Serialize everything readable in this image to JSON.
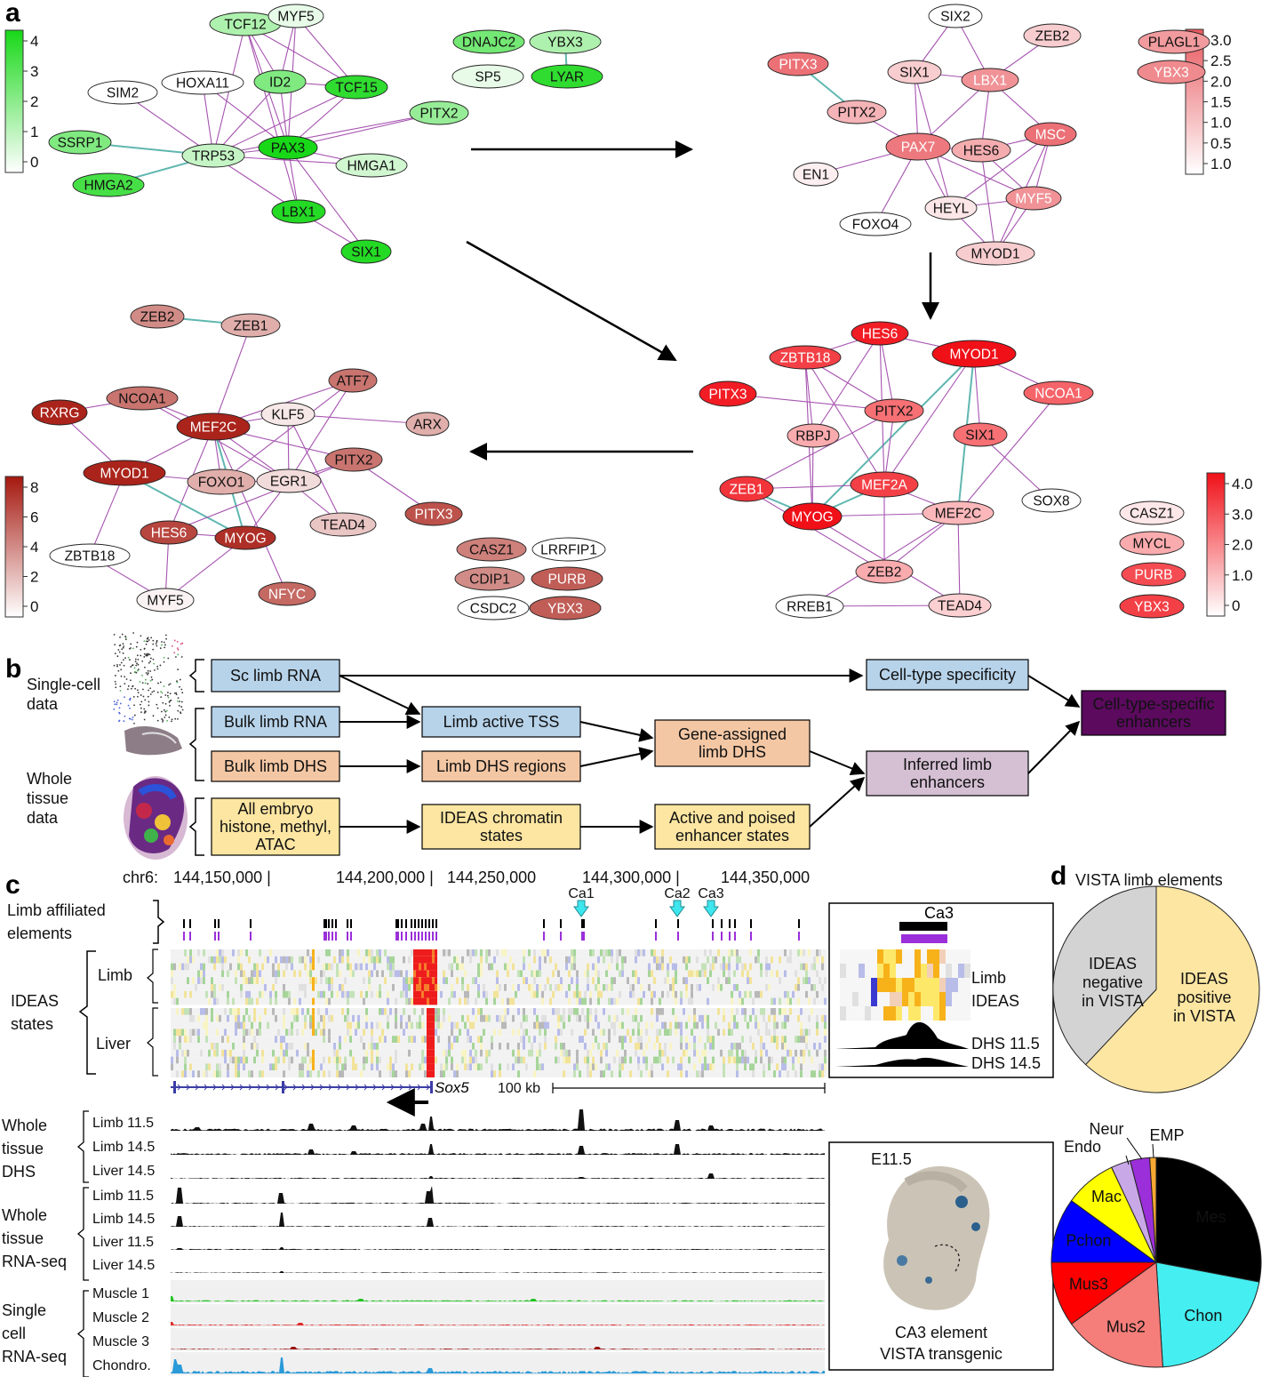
{
  "panel_labels": {
    "a": "a",
    "b": "b",
    "c": "c",
    "d": "d"
  },
  "panel_a": {
    "scales": {
      "green": {
        "ticks": [
          "4",
          "3",
          "2",
          "1",
          "0"
        ],
        "colors": [
          "#ffffff",
          "#18d818"
        ]
      },
      "pink": {
        "ticks": [
          "3.0",
          "2.5",
          "2.0",
          "1.5",
          "1.0",
          "0.5",
          "1.0"
        ],
        "colors": [
          "#ffffff",
          "#e8585e"
        ]
      },
      "darkred": {
        "ticks": [
          "8",
          "6",
          "4",
          "2",
          "0"
        ],
        "colors": [
          "#ffffff",
          "#a5180f"
        ]
      },
      "red": {
        "ticks": [
          "4.0",
          "3.0",
          "2.0",
          "1.0",
          "0"
        ],
        "colors": [
          "#ffffff",
          "#f01018"
        ]
      }
    },
    "networks": [
      {
        "id": "net1",
        "scale": "green",
        "nodes": [
          {
            "l": "TCF12",
            "v": 0.35
          },
          {
            "l": "MYF5",
            "v": 0.1
          },
          {
            "l": "SIM2",
            "v": 0.0
          },
          {
            "l": "HOXA11",
            "v": 0.0
          },
          {
            "l": "ID2",
            "v": 0.55
          },
          {
            "l": "TCF15",
            "v": 0.9
          },
          {
            "l": "PITX2",
            "v": 0.45
          },
          {
            "l": "SSRP1",
            "v": 0.55
          },
          {
            "l": "TRP53",
            "v": 0.25
          },
          {
            "l": "PAX3",
            "v": 1.0
          },
          {
            "l": "HMGA1",
            "v": 0.2
          },
          {
            "l": "HMGA2",
            "v": 0.8
          },
          {
            "l": "LBX1",
            "v": 0.95
          },
          {
            "l": "SIX1",
            "v": 0.95
          },
          {
            "l": "DNAJC2",
            "v": 0.6
          },
          {
            "l": "YBX3",
            "v": 0.35
          },
          {
            "l": "SP5",
            "v": 0.1
          },
          {
            "l": "LYAR",
            "v": 0.9
          }
        ]
      },
      {
        "id": "net2",
        "scale": "pink",
        "nodes": [
          {
            "l": "SIX2",
            "v": 0.0
          },
          {
            "l": "ZEB2",
            "v": 0.3
          },
          {
            "l": "PITX3",
            "v": 0.85
          },
          {
            "l": "SIX1",
            "v": 0.3
          },
          {
            "l": "LBX1",
            "v": 0.65
          },
          {
            "l": "PITX2",
            "v": 0.45
          },
          {
            "l": "MSC",
            "v": 0.85
          },
          {
            "l": "PAX7",
            "v": 0.8
          },
          {
            "l": "HES6",
            "v": 0.5
          },
          {
            "l": "EN1",
            "v": 0.1
          },
          {
            "l": "HEYL",
            "v": 0.15
          },
          {
            "l": "MYF5",
            "v": 0.65
          },
          {
            "l": "FOXO4",
            "v": 0.0
          },
          {
            "l": "MYOD1",
            "v": 0.3
          },
          {
            "l": "PLAGL1",
            "v": 0.6
          },
          {
            "l": "YBX3",
            "v": 0.7
          }
        ]
      },
      {
        "id": "net3",
        "scale": "red",
        "nodes": [
          {
            "l": "HES6",
            "v": 0.95
          },
          {
            "l": "ZBTB18",
            "v": 0.8
          },
          {
            "l": "MYOD1",
            "v": 1.0
          },
          {
            "l": "PITX3",
            "v": 0.95
          },
          {
            "l": "NCOA1",
            "v": 0.65
          },
          {
            "l": "PITX2",
            "v": 0.6
          },
          {
            "l": "RBPJ",
            "v": 0.35
          },
          {
            "l": "SIX1",
            "v": 0.6
          },
          {
            "l": "ZEB1",
            "v": 0.85
          },
          {
            "l": "MEF2A",
            "v": 0.8
          },
          {
            "l": "MYOG",
            "v": 1.0
          },
          {
            "l": "MEF2C",
            "v": 0.3
          },
          {
            "l": "SOX8",
            "v": 0.0
          },
          {
            "l": "ZEB2",
            "v": 0.35
          },
          {
            "l": "RREB1",
            "v": 0.0
          },
          {
            "l": "TEAD4",
            "v": 0.2
          },
          {
            "l": "CASZ1",
            "v": 0.1
          },
          {
            "l": "MYCL",
            "v": 0.35
          },
          {
            "l": "PURB",
            "v": 0.75
          },
          {
            "l": "YBX3",
            "v": 0.8
          }
        ]
      },
      {
        "id": "net4",
        "scale": "darkred",
        "nodes": [
          {
            "l": "ZEB2",
            "v": 0.5
          },
          {
            "l": "ZEB1",
            "v": 0.35
          },
          {
            "l": "ATF7",
            "v": 0.6
          },
          {
            "l": "RXRG",
            "v": 0.95
          },
          {
            "l": "NCOA1",
            "v": 0.6
          },
          {
            "l": "MEF2C",
            "v": 0.95
          },
          {
            "l": "KLF5",
            "v": 0.1
          },
          {
            "l": "ARX",
            "v": 0.35
          },
          {
            "l": "MYOD1",
            "v": 0.95
          },
          {
            "l": "FOXO1",
            "v": 0.35
          },
          {
            "l": "EGR1",
            "v": 0.15
          },
          {
            "l": "PITX2",
            "v": 0.6
          },
          {
            "l": "TEAD4",
            "v": 0.25
          },
          {
            "l": "HES6",
            "v": 0.8
          },
          {
            "l": "MYOG",
            "v": 0.9
          },
          {
            "l": "PITX3",
            "v": 0.75
          },
          {
            "l": "ZBTB18",
            "v": 0.0
          },
          {
            "l": "MYF5",
            "v": 0.05
          },
          {
            "l": "NFYC",
            "v": 0.65
          },
          {
            "l": "CASZ1",
            "v": 0.55
          },
          {
            "l": "LRRFIP1",
            "v": 0.0
          },
          {
            "l": "CDIP1",
            "v": 0.5
          },
          {
            "l": "PURB",
            "v": 0.7
          },
          {
            "l": "CSDC2",
            "v": 0.0
          },
          {
            "l": "YBX3",
            "v": 0.7
          }
        ]
      }
    ]
  },
  "panel_b": {
    "group_single": "Single-cell\ndata",
    "group_whole": "Whole\ntissue\ndata",
    "boxes": [
      {
        "id": "sc",
        "text": "Sc limb RNA",
        "color": "#b7d3ea"
      },
      {
        "id": "bulkrna",
        "text": "Bulk limb RNA",
        "color": "#b7d3ea"
      },
      {
        "id": "bulkdhs",
        "text": "Bulk limb DHS",
        "color": "#f4c7a4"
      },
      {
        "id": "allemb",
        "text": "All embryo\nhistone, methyl,\nATAC",
        "color": "#fde6a2"
      },
      {
        "id": "tss",
        "text": "Limb active TSS",
        "color": "#b7d3ea"
      },
      {
        "id": "dhsreg",
        "text": "Limb DHS regions",
        "color": "#f4c7a4"
      },
      {
        "id": "ideas",
        "text": "IDEAS chromatin\nstates",
        "color": "#fde6a2"
      },
      {
        "id": "gene",
        "text": "Gene-assigned\nlimb DHS",
        "color": "#f4c7a4"
      },
      {
        "id": "active",
        "text": "Active and poised\nenhancer states",
        "color": "#fde6a2"
      },
      {
        "id": "ctspec",
        "text": "Cell-type specificity",
        "color": "#b7d3ea"
      },
      {
        "id": "inferred",
        "text": "Inferred limb\nenhancers",
        "color": "#d4bfd3"
      },
      {
        "id": "final",
        "text": "Cell-type-specific\nenhancers",
        "color": "#5b0a5e"
      }
    ]
  },
  "panel_c": {
    "chrom": "chr6:",
    "coords": [
      "144,150,000",
      "144,200,000",
      "144,250,000",
      "144,300,000",
      "144,350,000"
    ],
    "markers": [
      "Ca1",
      "Ca2",
      "Ca3"
    ],
    "row_labels": {
      "affiliated": "Limb affiliated\nelements",
      "ideas": "IDEAS\nstates",
      "limb": "Limb",
      "liver": "Liver",
      "gene": "Sox5",
      "scale": "100 kb"
    },
    "dhs_group": "Whole\ntissue\nDHS",
    "dhs_tracks": [
      "Limb 11.5",
      "Limb 14.5",
      "Liver 14.5"
    ],
    "rna_group": "Whole\ntissue\nRNA-seq",
    "rna_tracks": [
      "Limb 11.5",
      "Limb 14.5",
      "Liver 11.5",
      "Liver 14.5"
    ],
    "sc_group": "Single\ncell\nRNA-seq",
    "sc_tracks": [
      "Muscle 1",
      "Muscle 2",
      "Muscle 3",
      "Chondro."
    ],
    "inset": {
      "title": "Ca3",
      "labels": [
        "Limb",
        "IDEAS"
      ],
      "dhs": [
        "DHS 11.5",
        "DHS 14.5"
      ]
    },
    "embryo": {
      "stage": "E11.5",
      "caption": "CA3 element\nVISTA transgenic"
    }
  },
  "panel_d": {
    "title": "VISTA limb elements",
    "pie1": [
      {
        "name": "IDEAS\npositive\nin VISTA",
        "value": 62,
        "color": "#fde6a2"
      },
      {
        "name": "IDEAS\nnegative\nin VISTA",
        "value": 38,
        "color": "#d3d3d3"
      }
    ],
    "pie2": [
      {
        "name": "Mes",
        "value": 28,
        "color": "#000000",
        "text": "#ffffff"
      },
      {
        "name": "Chon",
        "value": 21,
        "color": "#44eef1",
        "text": "#111111"
      },
      {
        "name": "Mus2",
        "value": 16,
        "color": "#f57e7a",
        "text": "#111111"
      },
      {
        "name": "Mus3",
        "value": 10,
        "color": "#ff0000",
        "text": "#ffffff"
      },
      {
        "name": "Pchon",
        "value": 10,
        "color": "#0000ff",
        "text": "#ffffff"
      },
      {
        "name": "Mac",
        "value": 8,
        "color": "#ffff00",
        "text": "#111111"
      },
      {
        "name": "Endo",
        "value": 3,
        "color": "#c9a8e8",
        "text": "#111111"
      },
      {
        "name": "Neur",
        "value": 3,
        "color": "#9b2fd9",
        "text": "#111111"
      },
      {
        "name": "EMP",
        "value": 1,
        "color": "#f7a832",
        "text": "#111111"
      }
    ]
  }
}
